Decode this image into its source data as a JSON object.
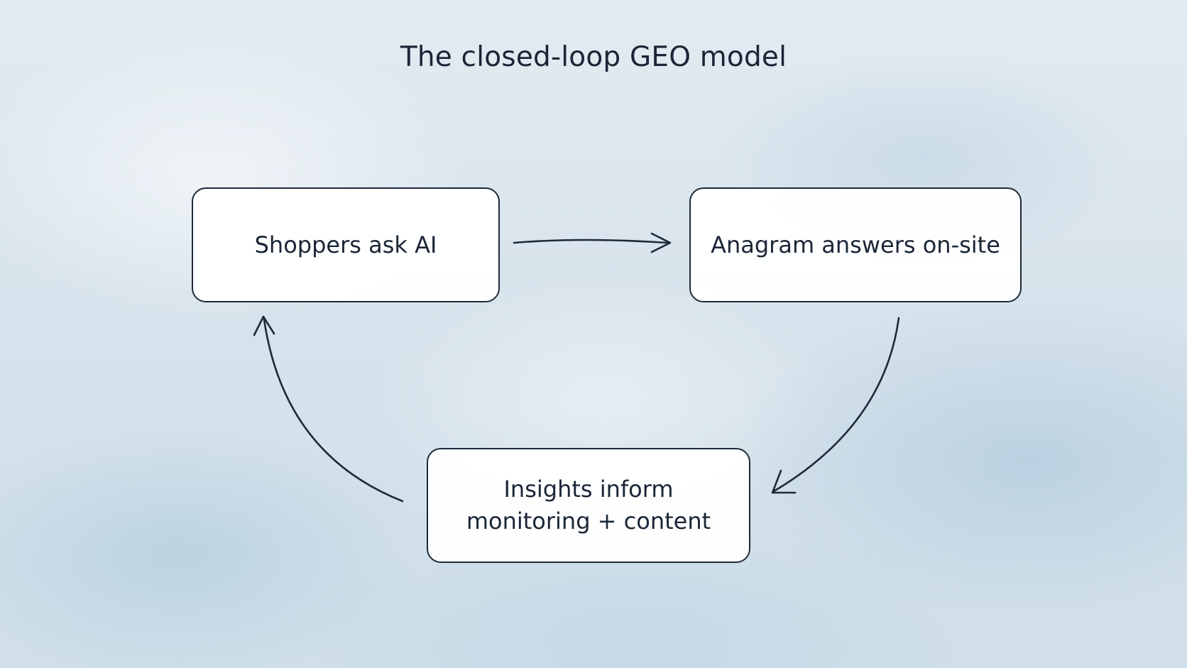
{
  "title": "The closed-loop GEO model",
  "nodes": {
    "shoppers": {
      "label": "Shoppers ask AI"
    },
    "answers": {
      "label": "Anagram answers on-site"
    },
    "insights": {
      "line1": "Insights inform",
      "line2": "monitoring + content"
    }
  },
  "colors": {
    "stroke": "#1d2a38",
    "box_fill": "#ffffff",
    "background": "#d7e3ec"
  }
}
